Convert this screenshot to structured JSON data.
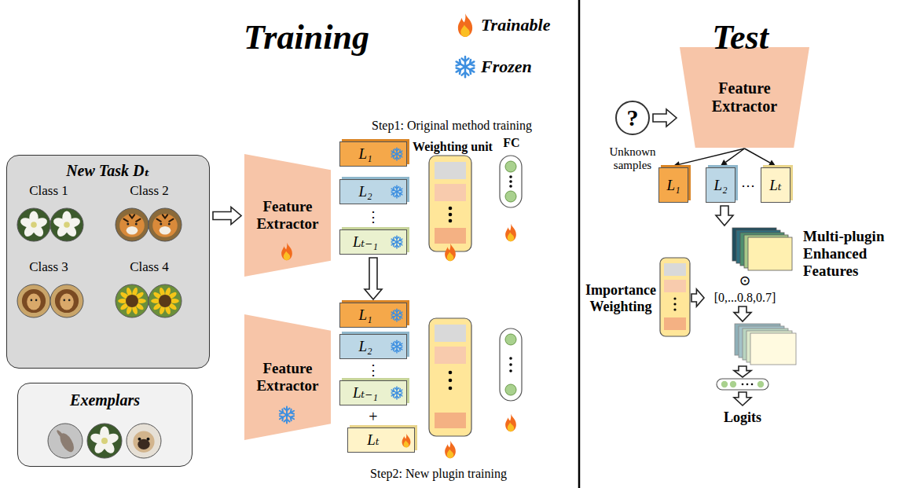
{
  "diagram": {
    "nodes": [
      {
        "text": [
          "New Task Dₜ"
        ]
      },
      {
        "text": [
          "Exemplars"
        ]
      },
      {
        "text": [
          "Feature Extractor"
        ]
      },
      {
        "text": [
          "Feature Extractor"
        ]
      },
      {
        "text": [
          "L₁"
        ]
      },
      {
        "text": [
          "L₂"
        ]
      },
      {
        "text": [
          "Lₜ₋₁"
        ]
      },
      {
        "text": [
          "L₁"
        ]
      },
      {
        "text": [
          "L₂"
        ]
      },
      {
        "text": [
          "Lₜ₋₁"
        ]
      },
      {
        "text": [
          "Lₜ"
        ]
      },
      {
        "text": [
          "?"
        ]
      },
      {
        "text": [
          "Feature Extractor"
        ]
      },
      {
        "text": [
          "L₁"
        ]
      },
      {
        "text": [
          "L₂"
        ]
      },
      {
        "text": [
          "Lₜ"
        ]
      }
    ],
    "edges": [
      {
        "from": 0,
        "to": 2,
        "arrow": "to"
      },
      {
        "from": 6,
        "to": 7,
        "arrow": "to"
      },
      {
        "from": 11,
        "to": 12,
        "arrow": "to"
      },
      {
        "from": 12,
        "to": 13,
        "arrow": "to"
      },
      {
        "from": 12,
        "to": 14,
        "arrow": "to"
      },
      {
        "from": 12,
        "to": 15,
        "arrow": "to"
      }
    ],
    "labels": [
      "Training",
      "Test",
      "Class 1",
      "Class 2",
      "Class 3",
      "Class 4",
      "Step1: Original method training",
      "⋮",
      "Weighting unit",
      "FC",
      "⋮",
      "+",
      "Step2: New plugin training",
      "Unknown samples",
      "⋯",
      "Multi-plugin Enhanced Features",
      "Importance Weighting",
      "⊙",
      "[0,...0.8,0.7]",
      "Logits"
    ],
    "legend": [
      {
        "text": "Trainable"
      },
      {
        "text": "Frozen"
      }
    ]
  }
}
